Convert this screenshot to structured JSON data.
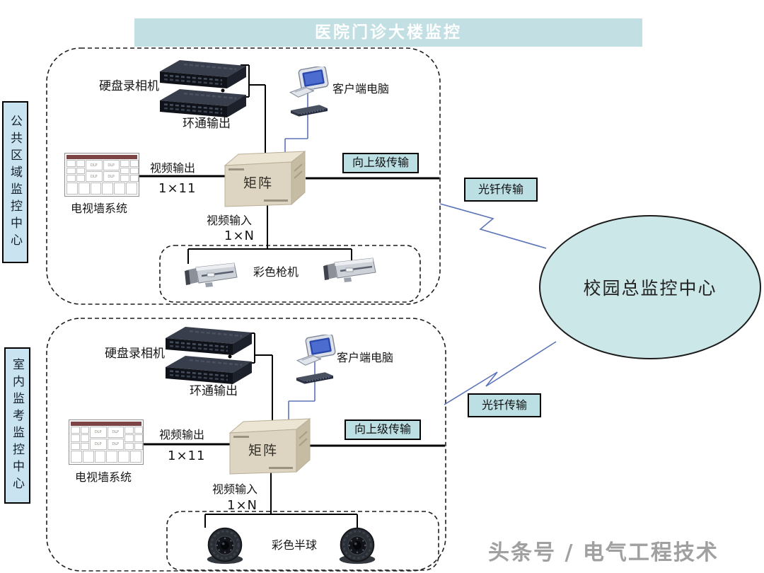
{
  "title": "医院门诊大楼监控",
  "watermark": "头条号 / 电气工程技术",
  "left_panels": {
    "public_area": "公共区域监控中心",
    "indoor_exam": "室内监考监控中心"
  },
  "hub": {
    "label": "校园总监控中心"
  },
  "links": {
    "fiber_top": "光钎传输",
    "fiber_bottom": "光钎传输",
    "uplink_top": "向上级传输",
    "uplink_bottom": "向上级传输"
  },
  "tvwall_cell": "DLP",
  "sections": {
    "top": {
      "dvr": "硬盘录相机",
      "loop_out": "环通输出",
      "client_pc": "客户端电脑",
      "tv_wall": "电视墙系统",
      "video_out": "视频输出",
      "video_out_channels": "1×11",
      "matrix": "矩阵",
      "video_in": "视频输入",
      "video_in_channels": "1×N",
      "cameras": "彩色枪机"
    },
    "bottom": {
      "dvr": "硬盘录相机",
      "loop_out": "环通输出",
      "client_pc": "客户端电脑",
      "tv_wall": "电视墙系统",
      "video_out": "视频输出",
      "video_out_channels": "1×11",
      "matrix": "矩阵",
      "video_in": "视频输入",
      "video_in_channels": "1×N",
      "cameras": "彩色半球"
    }
  },
  "icons": {
    "dvr": "dvr-recorder-icon",
    "client_pc": "desktop-computer-icon",
    "switch": "network-switch-icon",
    "tv_wall": "tv-wall-icon",
    "matrix": "matrix-box-icon",
    "box_camera": "box-camera-icon",
    "dome_camera": "dome-camera-icon"
  },
  "colors": {
    "title_bg": "#c2dfe3",
    "side_panel_bg": "#cae3f0",
    "tag_bg": "#bcdfe4",
    "hub_bg": "#cbe7e7",
    "tvwall_header": "#7c4444",
    "matrix_body": "#ddd5c2",
    "wire_blue": "#5b74b8",
    "wire_black": "#000000"
  }
}
